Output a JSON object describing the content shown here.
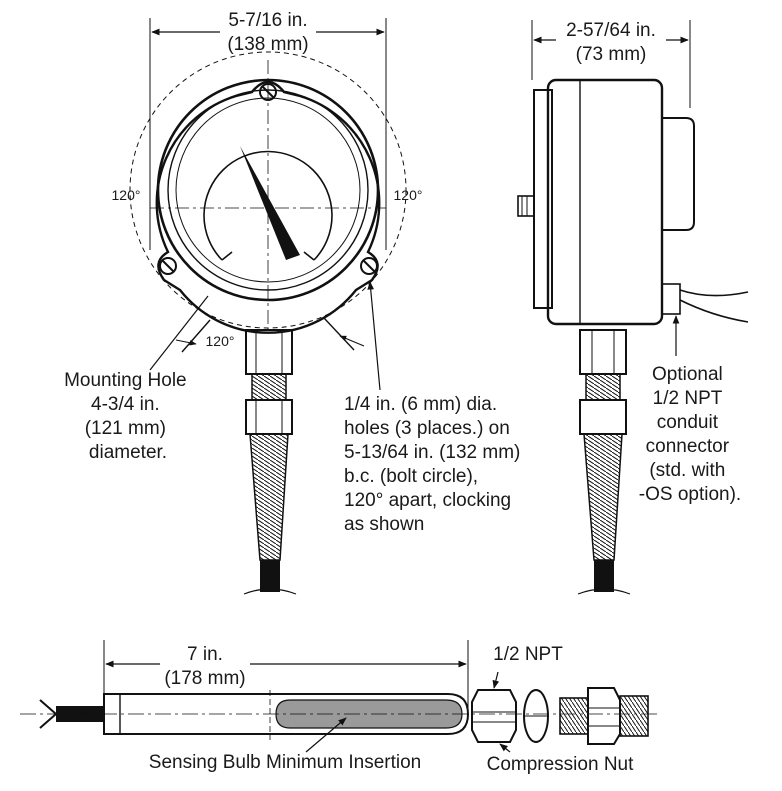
{
  "front_view": {
    "width_line1": "5-7/16 in.",
    "width_line2": "(138 mm)",
    "angle_left": "120°",
    "angle_right": "120°",
    "angle_bottom": "120°",
    "mounting_hole": [
      "Mounting Hole",
      "4-3/4 in.",
      "(121 mm)",
      "diameter."
    ],
    "holes_note": [
      "1/4 in. (6 mm) dia.",
      "holes (3 places.) on",
      "5-13/64 in. (132 mm)",
      "b.c. (bolt circle),",
      "120° apart, clocking",
      "as shown"
    ]
  },
  "side_view": {
    "depth_line1": "2-57/64 in.",
    "depth_line2": "(73 mm)",
    "conduit_note": [
      "Optional",
      "1/2 NPT",
      "conduit",
      "connector",
      "(std. with",
      "-OS option)."
    ]
  },
  "bulb_view": {
    "length_line1": "7 in.",
    "length_line2": "(178 mm)",
    "npt_label": "1/2 NPT",
    "insertion_label": "Sensing Bulb Minimum Insertion",
    "nut_label": "Compression Nut"
  }
}
